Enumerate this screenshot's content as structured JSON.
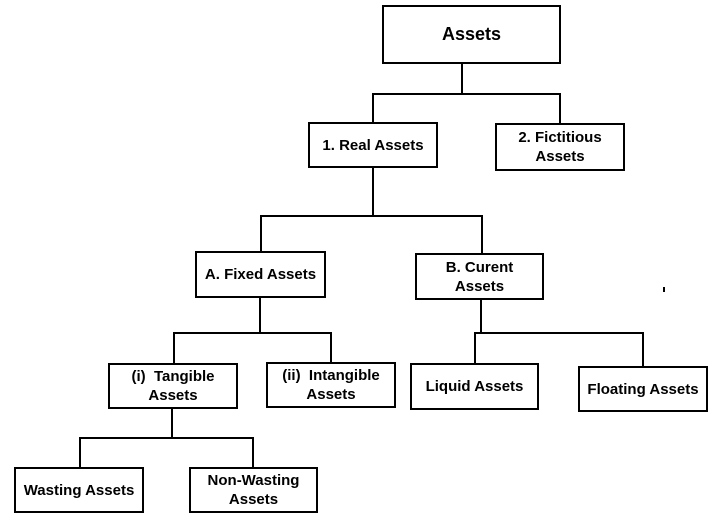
{
  "diagram": {
    "type": "tree",
    "title": "Assets classification hierarchy",
    "colors": {
      "background": "#ffffff",
      "box_fill": "#ffffff",
      "box_border": "#000000",
      "line": "#000000",
      "text": "#000000"
    },
    "nodes": {
      "assets": {
        "label": "Assets"
      },
      "real": {
        "label": "1. Real Assets"
      },
      "fictitious": {
        "label": "2. Fictitious\nAssets"
      },
      "fixed": {
        "label": "A. Fixed Assets"
      },
      "current": {
        "label": "B. Curent\nAssets"
      },
      "tangible": {
        "label": "(i)  Tangible\nAssets"
      },
      "intangible": {
        "label": "(ii)  Intangible\nAssets"
      },
      "liquid": {
        "label": "Liquid Assets"
      },
      "floating": {
        "label": "Floating Assets"
      },
      "wasting": {
        "label": "Wasting Assets"
      },
      "nonwasting": {
        "label": "Non-Wasting\nAssets"
      }
    },
    "edges": [
      [
        "assets",
        "real"
      ],
      [
        "assets",
        "fictitious"
      ],
      [
        "real",
        "fixed"
      ],
      [
        "real",
        "current"
      ],
      [
        "fixed",
        "tangible"
      ],
      [
        "fixed",
        "intangible"
      ],
      [
        "current",
        "liquid"
      ],
      [
        "current",
        "floating"
      ],
      [
        "tangible",
        "wasting"
      ],
      [
        "tangible",
        "nonwasting"
      ]
    ],
    "stray_mark": "."
  }
}
